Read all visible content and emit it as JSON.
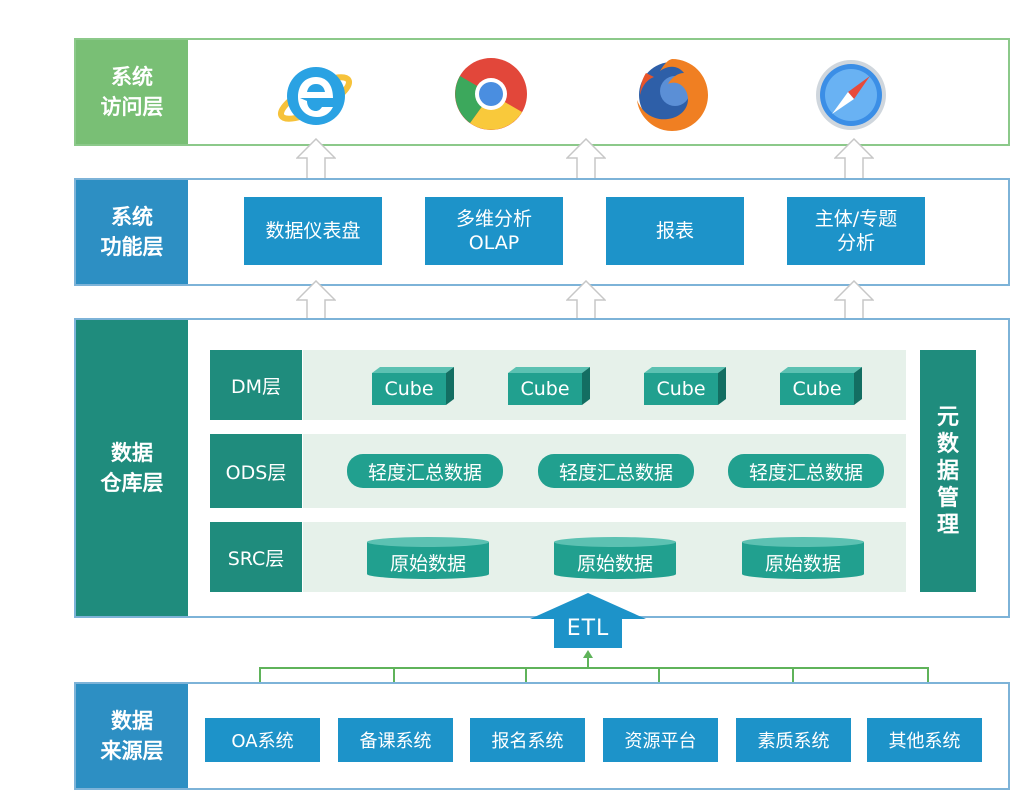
{
  "layers": {
    "access": {
      "label": "系统\n访问层"
    },
    "function": {
      "label": "系统\n功能层"
    },
    "warehouse": {
      "label": "数据\n仓库层"
    },
    "source": {
      "label": "数据\n来源层"
    }
  },
  "access_icons": [
    "ie-browser-icon",
    "chrome-browser-icon",
    "firefox-browser-icon",
    "safari-browser-icon"
  ],
  "functions": [
    {
      "label": "数据仪表盘"
    },
    {
      "label": "多维分析\nOLAP"
    },
    {
      "label": "报表"
    },
    {
      "label": "主体/专题\n分析"
    }
  ],
  "warehouse": {
    "dm": {
      "label": "DM层",
      "items": [
        "Cube",
        "Cube",
        "Cube",
        "Cube"
      ]
    },
    "ods": {
      "label": "ODS层",
      "items": [
        "轻度汇总数据",
        "轻度汇总数据",
        "轻度汇总数据"
      ]
    },
    "src": {
      "label": "SRC层",
      "items": [
        "原始数据",
        "原始数据",
        "原始数据"
      ]
    },
    "metadata": {
      "label": "元数据管理"
    }
  },
  "etl": {
    "label": "ETL"
  },
  "sources": [
    "OA系统",
    "备课系统",
    "报名系统",
    "资源平台",
    "素质系统",
    "其他系统"
  ],
  "colors": {
    "access_green": "#79bf75",
    "function_blue": "#2d8fc3",
    "warehouse_teal": "#1f8c7d",
    "box_blue": "#1d93c9",
    "box_teal": "#21a08f",
    "band": "#e6f1ea",
    "connector": "#5fb35a"
  }
}
